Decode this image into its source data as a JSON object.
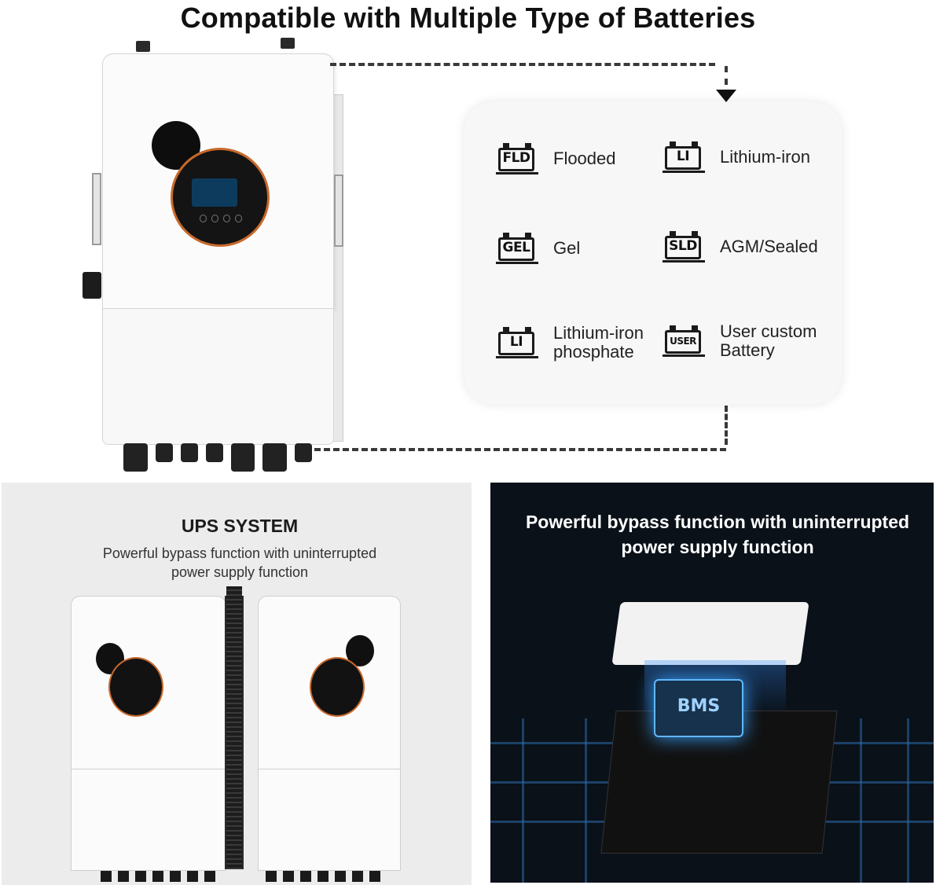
{
  "header": {
    "title": "Compatible with Multiple Type of Batteries"
  },
  "batteries": [
    {
      "icon_label": "FLD",
      "name_line1": "Flooded",
      "name_line2": "",
      "icon": "battery-fld-icon"
    },
    {
      "icon_label": "LI",
      "name_line1": "Lithium-iron",
      "name_line2": "",
      "icon": "battery-li-icon"
    },
    {
      "icon_label": "GEL",
      "name_line1": "Gel",
      "name_line2": "",
      "icon": "battery-gel-icon"
    },
    {
      "icon_label": "SLD",
      "name_line1": "AGM/Sealed",
      "name_line2": "",
      "icon": "battery-sld-icon"
    },
    {
      "icon_label": "LI",
      "name_line1": "Lithium-iron",
      "name_line2": "phosphate",
      "icon": "battery-li-icon"
    },
    {
      "icon_label": "USER",
      "name_line1": "User custom",
      "name_line2": "Battery",
      "icon": "battery-user-icon"
    }
  ],
  "ups": {
    "title": "UPS SYSTEM",
    "subtitle_line1": "Powerful bypass function with uninterrupted",
    "subtitle_line2": "power supply function"
  },
  "bms": {
    "caption_line1": "Powerful bypass function with uninterrupted",
    "caption_line2": "power supply function",
    "chip_label": "BMS"
  },
  "colors": {
    "accent_orange": "#c8692c",
    "glow_blue": "#3aa0ff",
    "dark_bg": "#0a1119"
  }
}
